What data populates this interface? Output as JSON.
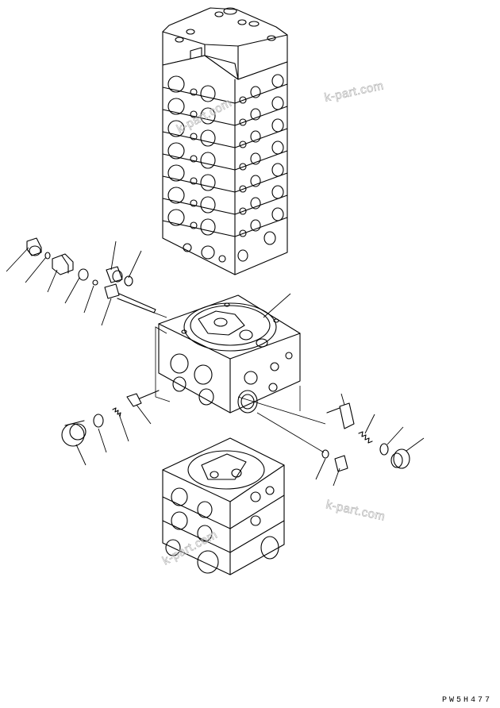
{
  "watermark": {
    "text": "k-part.com"
  },
  "drawing_code": "PW5H477",
  "parts": {
    "top_valve_stack": "multi-section valve assembly",
    "middle_valve_section": "valve section",
    "bottom_valve_stack": "valve base sections"
  }
}
